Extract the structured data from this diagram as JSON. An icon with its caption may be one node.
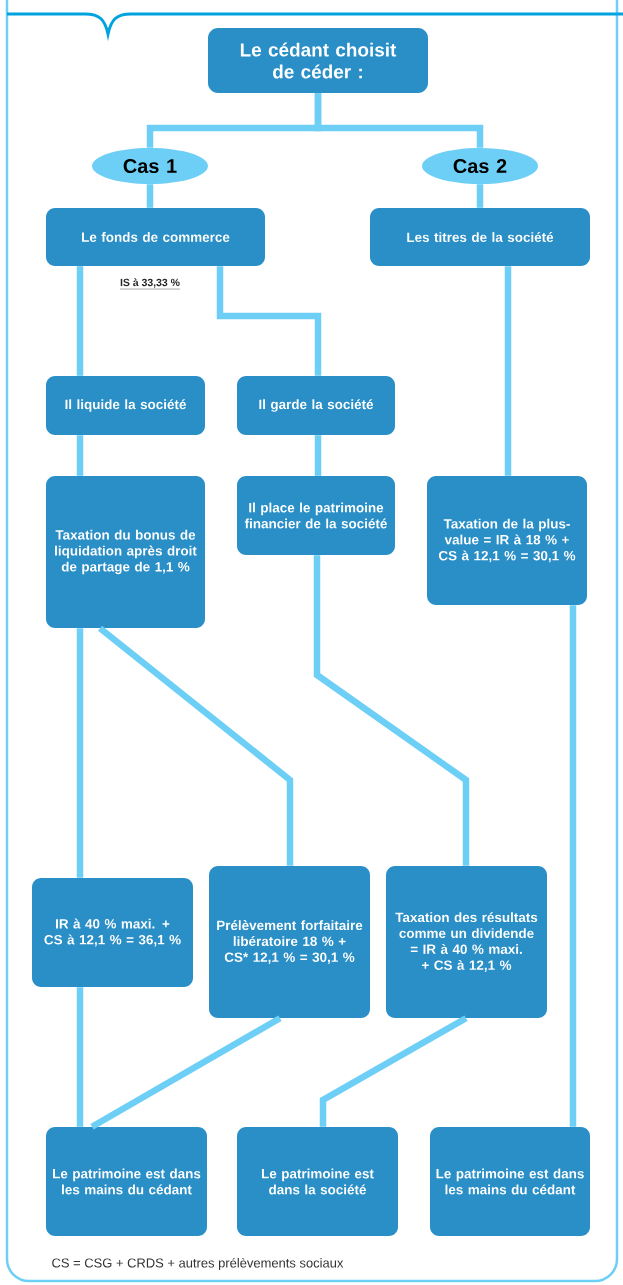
{
  "diagram": {
    "nodes": [
      {
        "text": [
          "Le cédant choisit de céder :"
        ]
      },
      {
        "text": [
          "Cas 1"
        ]
      },
      {
        "text": [
          "Cas 2"
        ]
      },
      {
        "text": [
          "Le fonds de commerce"
        ]
      },
      {
        "text": [
          "Les titres de la société"
        ]
      },
      {
        "text": [
          "Il liquide la société"
        ]
      },
      {
        "text": [
          "Il garde la société"
        ]
      },
      {
        "text": [
          "Taxation du bonus de liquidation après droit de partage de 1,1 %"
        ]
      },
      {
        "text": [
          "Il place le patrimoine financier de la société"
        ]
      },
      {
        "text": [
          "Taxation de la plus-value = IR à 18 % + CS à 12,1 % = 30,1 %"
        ]
      },
      {
        "text": [
          "IR à 40 % maxi. + CS à 12,1 % = 36,1 %"
        ]
      },
      {
        "text": [
          "Prélèvement forfaitaire libératoire 18 % + CS* 12,1 % = 30,1 %"
        ]
      },
      {
        "text": [
          "Taxation des résultats comme un dividende = IR à 40 % maxi. + CS à 12,1 %"
        ]
      },
      {
        "text": [
          "Le patrimoine est dans les mains du cédant"
        ]
      },
      {
        "text": [
          "Le patrimoine est dans la société"
        ]
      },
      {
        "text": [
          "Le patrimoine est dans les mains du cédant"
        ]
      }
    ],
    "edges": [
      {
        "from": 0,
        "to": 1,
        "arrow": "none"
      },
      {
        "from": 0,
        "to": 2,
        "arrow": "none"
      },
      {
        "from": 1,
        "to": 3,
        "arrow": "none"
      },
      {
        "from": 2,
        "to": 4,
        "arrow": "none"
      },
      {
        "from": 3,
        "to": 5,
        "arrow": "none"
      },
      {
        "from": 3,
        "to": 6,
        "arrow": "none"
      },
      {
        "from": 4,
        "to": 9,
        "arrow": "none"
      },
      {
        "from": 5,
        "to": 7,
        "arrow": "none"
      },
      {
        "from": 6,
        "to": 8,
        "arrow": "none"
      },
      {
        "from": 7,
        "to": 10,
        "arrow": "none"
      },
      {
        "from": 7,
        "to": 11,
        "arrow": "none"
      },
      {
        "from": 8,
        "to": 12,
        "arrow": "none"
      },
      {
        "from": 9,
        "to": 15,
        "arrow": "none"
      },
      {
        "from": 10,
        "to": 13,
        "arrow": "none"
      },
      {
        "from": 11,
        "to": 13,
        "arrow": "none"
      },
      {
        "from": 12,
        "to": 14,
        "arrow": "none"
      }
    ],
    "labels": [
      "IS à 33,33 %",
      "CS = CSG + CRDS + autres prélèvements sociaux"
    ]
  }
}
